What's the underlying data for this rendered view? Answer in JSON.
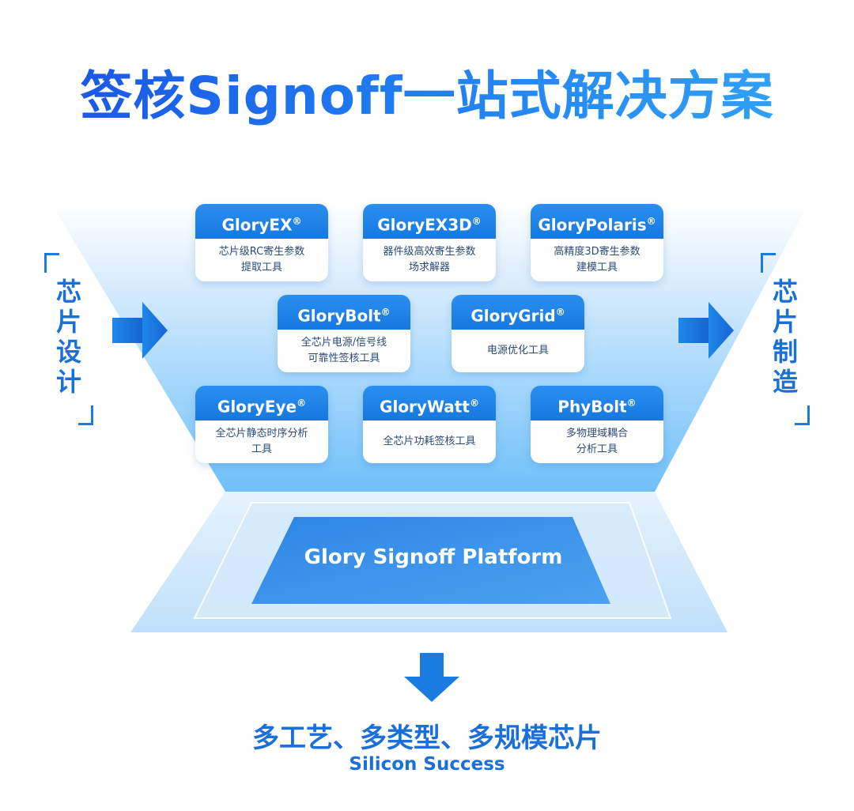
{
  "title": "签核Signoff一站式解决方案",
  "left_label": "芯\n片\n设\n计",
  "right_label": "芯\n片\n制\n造",
  "tools": [
    {
      "name": "GloryEX",
      "mark": "®",
      "desc": "芯片级RC寄生参数\n提取工具"
    },
    {
      "name": "GloryEX3D",
      "mark": "®",
      "desc": "器件级高效寄生参数\n场求解器"
    },
    {
      "name": "GloryPolaris",
      "mark": "®",
      "desc": "高精度3D寄生参数\n建模工具"
    },
    {
      "name": "GloryBolt",
      "mark": "®",
      "desc": "全芯片电源/信号线\n可靠性签核工具"
    },
    {
      "name": "GloryGrid",
      "mark": "®",
      "desc": "电源优化工具"
    },
    {
      "name": "GloryEye",
      "mark": "®",
      "desc": "全芯片静态时序分析\n工具"
    },
    {
      "name": "GloryWatt",
      "mark": "®",
      "desc": "全芯片功耗签核工具"
    },
    {
      "name": "PhyBolt",
      "mark": "®",
      "desc": "多物理域耦合\n分析工具"
    }
  ],
  "platform": "Glory Signoff Platform",
  "result_cn": "多工艺、多类型、多规模芯片",
  "result_en": "Silicon Success",
  "colors": {
    "primary": "#1a7be0",
    "title_start": "#1a4fe6",
    "title_end": "#33a7f5",
    "funnel_light": "#e6f3fd",
    "funnel_dark": "#6fc0fa"
  }
}
